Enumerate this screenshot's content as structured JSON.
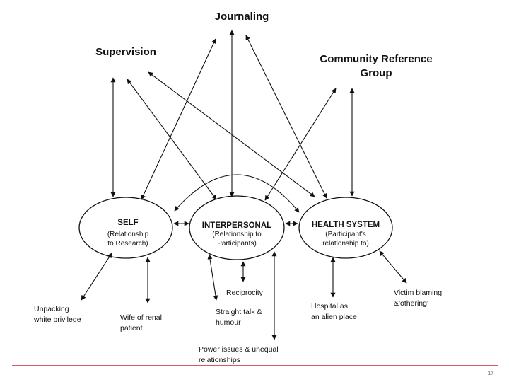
{
  "diagram": {
    "top_nodes": {
      "journaling": "Journaling",
      "supervision": "Supervision",
      "community_line1": "Community Reference",
      "community_line2": "Group"
    },
    "self": {
      "title": "SELF",
      "sub1": "(Relationship",
      "sub2": "to Research)"
    },
    "interpersonal": {
      "title": "INTERPERSONAL",
      "sub1": "(Relationship to",
      "sub2": "Participants)"
    },
    "health_system": {
      "title": "HEALTH SYSTEM",
      "sub1": "(Participant's",
      "sub2": "relationship to)"
    },
    "leaves": {
      "unpacking_1": "Unpacking",
      "unpacking_2": "white privilege",
      "wife_1": "Wife of renal",
      "wife_2": "patient",
      "reciprocity": "Reciprocity",
      "straight_1": "Straight talk &",
      "straight_2": "humour",
      "power_1": "Power issues & unequal",
      "power_2": "relationships",
      "hospital_1": "Hospital as",
      "hospital_2": "an alien place",
      "victim_1": "Victim blaming",
      "victim_2": "&'othering'"
    }
  },
  "footer": {
    "page_number": "17",
    "accent_color": "#c0282d"
  }
}
